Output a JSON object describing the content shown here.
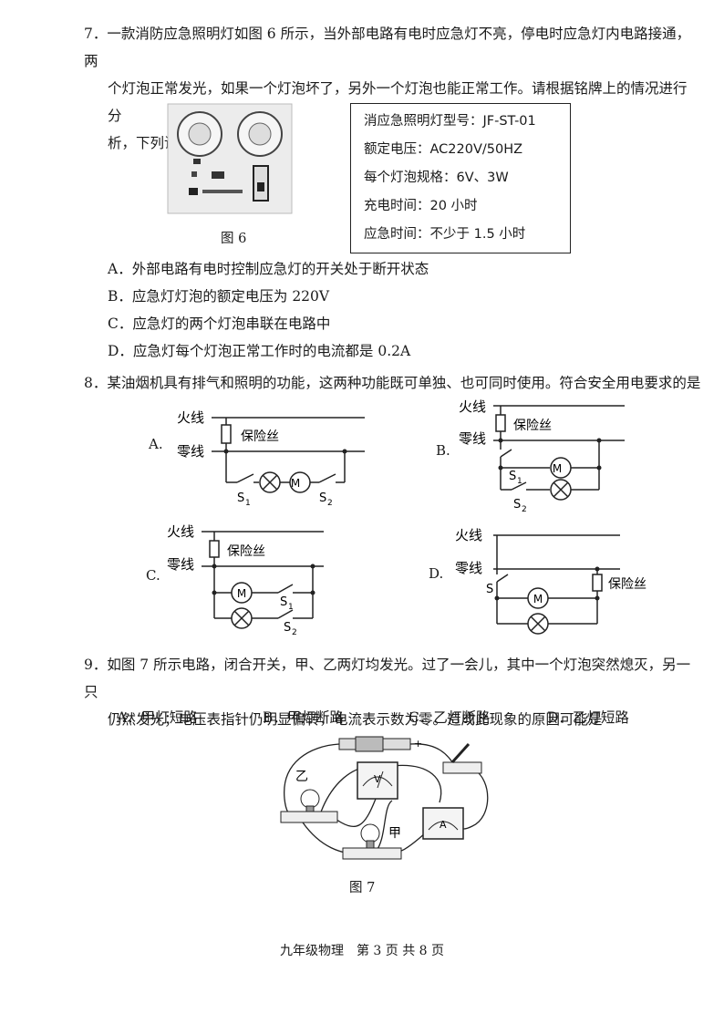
{
  "q7": {
    "number": "7．",
    "line1": "一款消防应急照明灯如图 6 所示，当外部电路有电时应急灯不亮，停电时应急灯内电路接通，两",
    "line2": "个灯泡正常发光，如果一个灯泡坏了，另外一个灯泡也能正常工作。请根据铭牌上的情况进行分",
    "line3": "析，下列说法正确的是",
    "figure_caption": "图 6",
    "nameplate": [
      "消应急照明灯型号：JF-ST-01",
      "额定电压：AC220V/50HZ",
      "每个灯泡规格：6V、3W",
      "充电时间：20 小时",
      "应急时间：不少于 1.5 小时"
    ],
    "options": [
      "A．外部电路有电时控制应急灯的开关处于断开状态",
      "B．应急灯灯泡的额定电压为 220V",
      "C．应急灯的两个灯泡串联在电路中",
      "D．应急灯每个灯泡正常工作时的电流都是 0.2A"
    ]
  },
  "q8": {
    "text": "8．某油烟机具有排气和照明的功能，这两种功能既可单独、也可同时使用。符合安全用电要求的是",
    "labels": {
      "live": "火线",
      "neutral": "零线",
      "fuse": "保险丝",
      "s1": "S",
      "s2": "S",
      "sub1": "1",
      "sub2": "2",
      "motor": "M"
    },
    "option_letters": [
      "A.",
      "B.",
      "C.",
      "D."
    ]
  },
  "q9": {
    "line1": "9．如图 7 所示电路，闭合开关，甲、乙两灯均发光。过了一会儿，其中一个灯泡突然熄灭，另一只",
    "line2": "仍然发光；电压表指针仍明显偏转，电流表示数为零。造成此现象的原因可能是",
    "options": [
      "A．甲灯短路",
      "B．甲灯断路",
      "C．乙灯断路",
      "D．乙灯短路"
    ],
    "lamp_yi": "乙",
    "lamp_jia": "甲",
    "meter_v": "V",
    "meter_a": "A",
    "plus": "+",
    "figure_caption": "图 7"
  },
  "footer": "九年级物理　第 3 页 共 8 页"
}
